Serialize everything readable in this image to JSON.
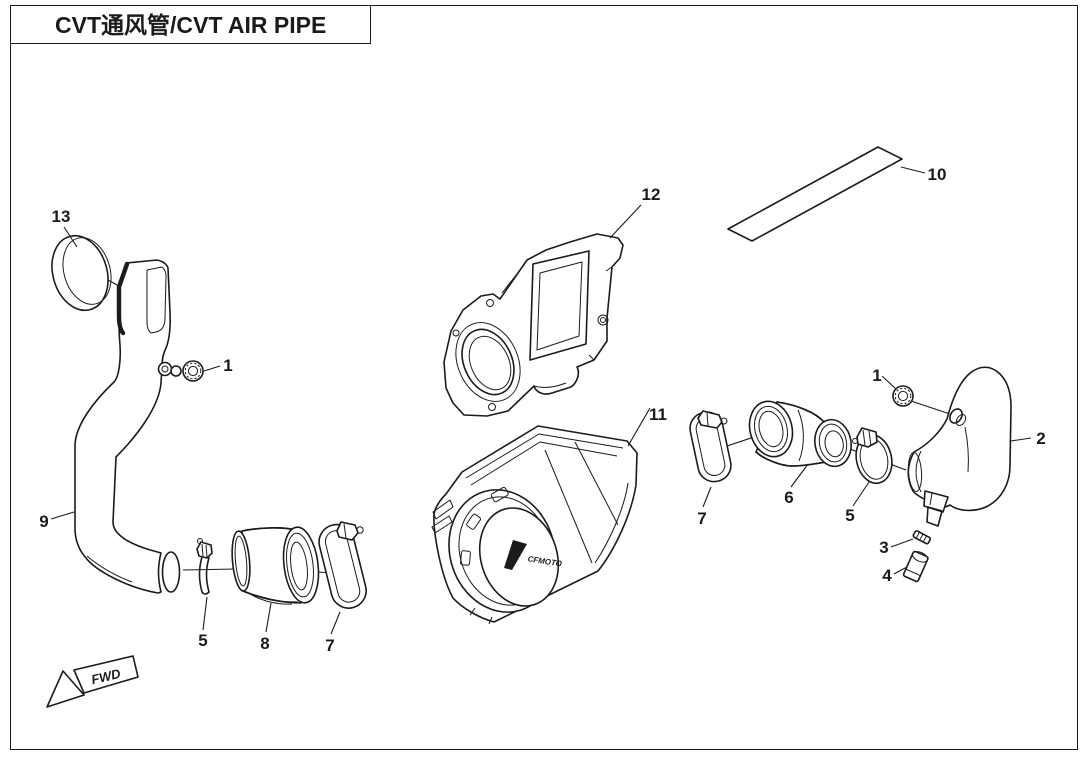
{
  "title": {
    "text": "CVT通风管/CVT AIR PIPE"
  },
  "direction_indicator": {
    "label": "FWD"
  },
  "cover_emblem": {
    "text": "CFMOTO"
  },
  "colors": {
    "line": "#1b1b1b",
    "background": "#ffffff"
  },
  "callouts": [
    {
      "label": "13"
    },
    {
      "label": "1"
    },
    {
      "label": "9"
    },
    {
      "label": "5"
    },
    {
      "label": "8"
    },
    {
      "label": "7"
    },
    {
      "label": "12"
    },
    {
      "label": "11"
    },
    {
      "label": "10"
    },
    {
      "label": "7"
    },
    {
      "label": "6"
    },
    {
      "label": "5"
    },
    {
      "label": "1"
    },
    {
      "label": "2"
    },
    {
      "label": "3"
    },
    {
      "label": "4"
    }
  ]
}
